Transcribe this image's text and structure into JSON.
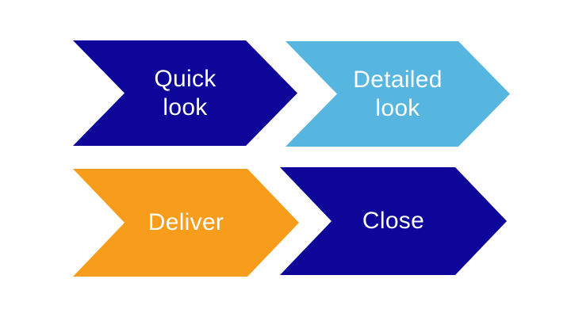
{
  "diagram": {
    "background": "#FFFFFF",
    "text_color": "#FFFFFF",
    "chevrons": [
      {
        "name": "quick-look",
        "label": "Quick look",
        "lines": [
          "Quick",
          "look"
        ],
        "color": "#0D0698"
      },
      {
        "name": "detailed-look",
        "label": "Detailed look",
        "lines": [
          "Detailed",
          "look"
        ],
        "color": "#56B6E0"
      },
      {
        "name": "deliver",
        "label": "Deliver",
        "lines": [
          "Deliver"
        ],
        "color": "#F89C1C"
      },
      {
        "name": "close",
        "label": "Close",
        "lines": [
          "Close"
        ],
        "color": "#0D0698"
      }
    ]
  }
}
